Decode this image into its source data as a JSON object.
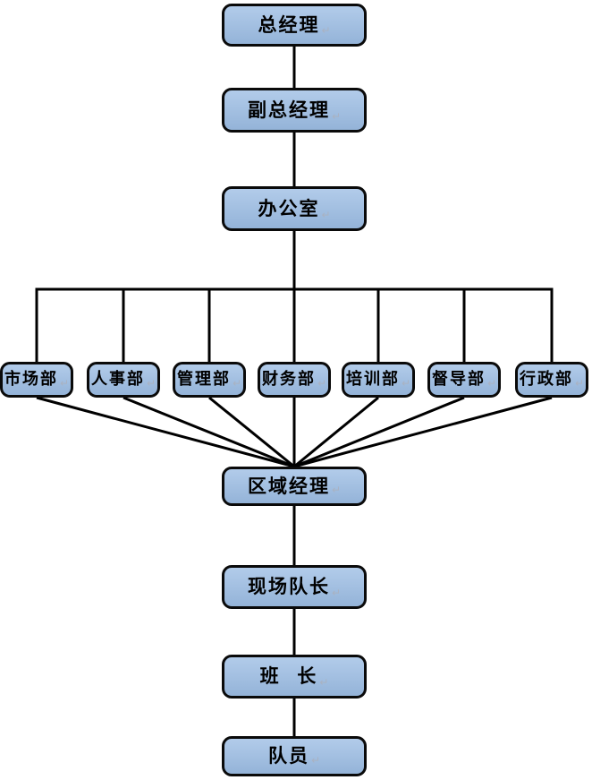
{
  "diagram": {
    "title": "organization-chart",
    "paragraph_mark": "↵",
    "nodes": {
      "general_manager": {
        "label": "总经理"
      },
      "deputy_general_manager": {
        "label": "副总经理"
      },
      "office": {
        "label": "办公室"
      },
      "regional_manager": {
        "label": "区域经理"
      },
      "site_captain": {
        "label": "现场队长"
      },
      "squad_leader": {
        "label": "班  长"
      },
      "team_member": {
        "label": "队员"
      }
    },
    "departments": [
      {
        "label": "市场部"
      },
      {
        "label": "人事部"
      },
      {
        "label": "管理部"
      },
      {
        "label": "财务部"
      },
      {
        "label": "培训部"
      },
      {
        "label": "督导部"
      },
      {
        "label": "行政部"
      }
    ],
    "hierarchy": [
      "总经理 → 副总经理 → 办公室 → (市场部, 人事部, 管理部, 财务部, 培训部, 督导部, 行政部) → 区域经理 → 现场队长 → 班  长 → 队员"
    ],
    "colors": {
      "box_fill": "#9cbde4",
      "box_border": "#0a0a0a",
      "line": "#000000",
      "paragraph_mark_color": "#a9b2c2"
    }
  }
}
